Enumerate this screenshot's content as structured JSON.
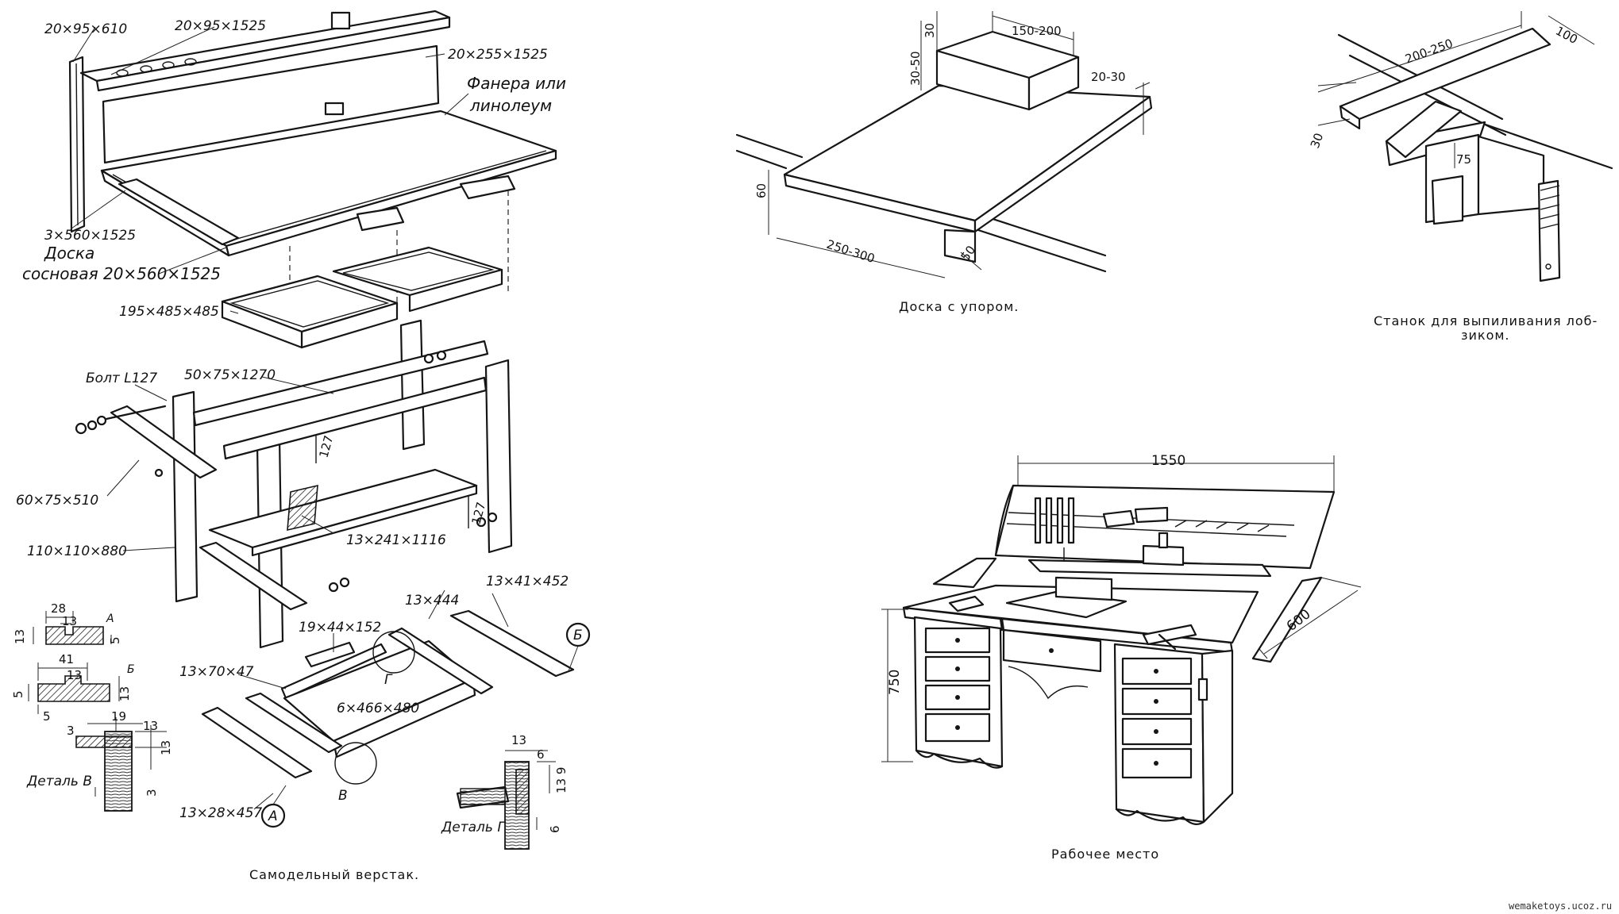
{
  "workbench": {
    "labels": {
      "top_board": "20×95×610",
      "back_rail": "20×95×1525",
      "back_panel": "20×255×1525",
      "plywood": "Фанера или",
      "linoleum": "линолеум",
      "sheet": "3×560×1525",
      "doska": "Доска",
      "pine": "сосновая 20×560×1525",
      "drawer_box": "195×485×485",
      "bolt": "Болт L127",
      "rail": "50×75×1270",
      "cross": "60×75×510",
      "h127a": "127",
      "h127b": "127",
      "shelf": "13×241×1116",
      "leg": "110×110×880",
      "d1": "13×444",
      "d2": "13×41×452",
      "d3": "19×44×152",
      "d4": "13×70×47",
      "d5": "6×466×480",
      "d6": "13×28×457",
      "tag_a": "А",
      "tag_b": "Б",
      "tag_v": "В",
      "tag_g": "Г"
    },
    "profile_a": {
      "w": "28",
      "inner": "13",
      "h": "13",
      "side": "5",
      "letter": "А"
    },
    "profile_b": {
      "w": "41",
      "inner": "13",
      "h": "13",
      "side": "5",
      "bottom": "5",
      "letter": "Б"
    },
    "detail_v": {
      "name": "Деталь В",
      "d19": "19",
      "d13a": "13",
      "d13b": "13",
      "d3a": "3",
      "d3b": "3"
    },
    "detail_g": {
      "name": "Деталь Г",
      "d13": "13",
      "d6a": "6",
      "d139": "13 9",
      "d6b": "6"
    },
    "caption": "Самодельный верстак."
  },
  "stop_board": {
    "d_top": "150-200",
    "d_height": "30-50",
    "d_gap": "30",
    "d_side": "20-30",
    "d_thick": "60",
    "d_len": "250-300",
    "d_lip": "50",
    "caption": "Доска с упором."
  },
  "jigsaw": {
    "d_len": "200-250",
    "d_w": "100",
    "d_thick": "30",
    "d_h": "75",
    "caption_1": "Станок для выпиливания лоб-",
    "caption_2": "зиком."
  },
  "workplace": {
    "d_width": "1550",
    "d_height": "750",
    "d_depth": "600",
    "caption": "Рабочее место"
  },
  "watermark": "wemaketoys.ucoz.ru"
}
